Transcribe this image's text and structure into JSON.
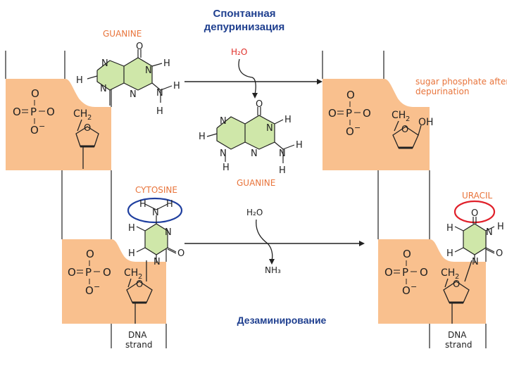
{
  "titles": {
    "depurination": "Спонтанная депуринизация",
    "deamination": "Дезаминирование"
  },
  "labels": {
    "guanine_left": "GUANINE",
    "guanine_center": "GUANINE",
    "cytosine": "CYTOSINE",
    "uracil": "URACIL",
    "sugar_phosphate_line1": "sugar phosphate after",
    "sugar_phosphate_line2": "depurination",
    "dna_line1": "DNA",
    "dna_line2": "strand",
    "water": "H₂O",
    "ammonia": "NH₃",
    "oh": "OH"
  },
  "colors": {
    "backbone_fill": "#f9c08e",
    "base_fill": "#cfe7a9",
    "label_color": "#e8743b",
    "title_color": "#1f3f8f",
    "cytosine_circle": "#1f3f9f",
    "uracil_circle": "#e0202a",
    "line_color": "#222222"
  }
}
